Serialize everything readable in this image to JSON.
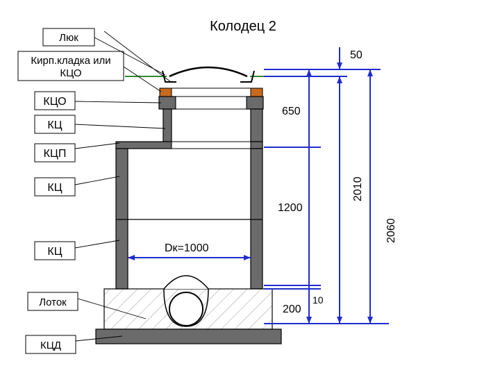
{
  "title": "Колодец 2",
  "labels": {
    "hatch": "Люк",
    "brick": "Кирп.кладка или\nКЦО",
    "kco": "КЦО",
    "kc1": "КЦ",
    "kcp": "КЦП",
    "kc2": "КЦ",
    "kc3": "КЦ",
    "tray": "Лоток",
    "kcd": "КЦД"
  },
  "dimensions": {
    "d50": "50",
    "d650": "650",
    "d1200": "1200",
    "d2010": "2010",
    "d2060": "2060",
    "d200": "200",
    "d10": "10",
    "diameter": "Dк=1000"
  },
  "colors": {
    "wall": "#6b6b6b",
    "dimension": "#1f2ccc",
    "ring_insert": "#c86a1e",
    "ground": "#2e8b2e"
  }
}
